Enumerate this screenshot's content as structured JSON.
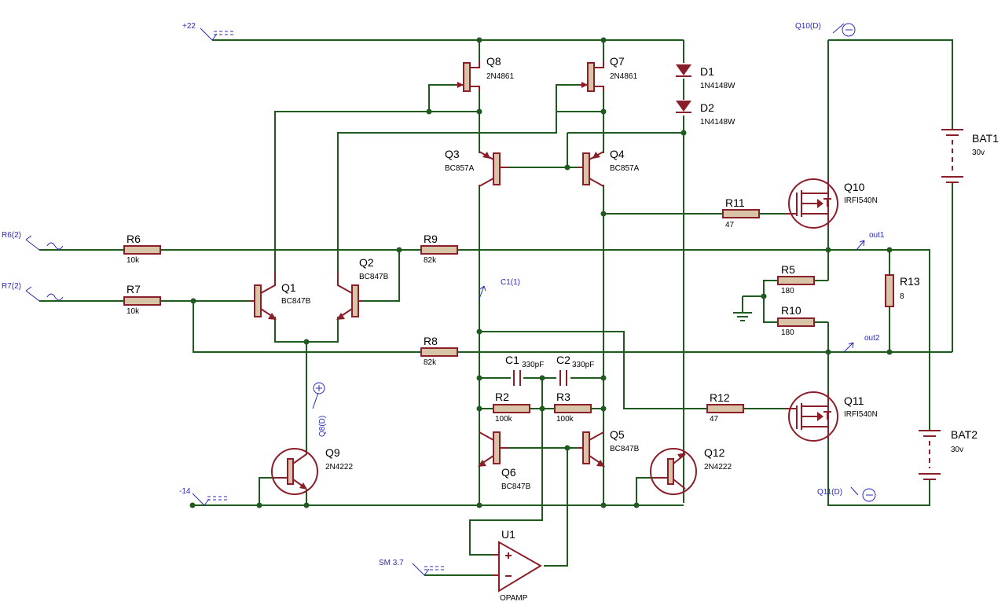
{
  "components": {
    "q8": {
      "ref": "Q8",
      "val": "2N4861"
    },
    "q7": {
      "ref": "Q7",
      "val": "2N4861"
    },
    "d1": {
      "ref": "D1",
      "val": "1N4148W"
    },
    "d2": {
      "ref": "D2",
      "val": "1N4148W"
    },
    "q3": {
      "ref": "Q3",
      "val": "BC857A"
    },
    "q4": {
      "ref": "Q4",
      "val": "BC857A"
    },
    "q1": {
      "ref": "Q1",
      "val": "BC847B"
    },
    "q2": {
      "ref": "Q2",
      "val": "BC847B"
    },
    "q5": {
      "ref": "Q5",
      "val": "BC847B"
    },
    "q6": {
      "ref": "Q6",
      "val": "BC847B"
    },
    "q9": {
      "ref": "Q9",
      "val": "2N4222"
    },
    "q12": {
      "ref": "Q12",
      "val": "2N4222"
    },
    "q10": {
      "ref": "Q10",
      "val": "IRFI540N"
    },
    "q11": {
      "ref": "Q11",
      "val": "IRFI540N"
    },
    "r6": {
      "ref": "R6",
      "val": "10k"
    },
    "r7": {
      "ref": "R7",
      "val": "10k"
    },
    "r9": {
      "ref": "R9",
      "val": "82k"
    },
    "r8": {
      "ref": "R8",
      "val": "82k"
    },
    "r11": {
      "ref": "R11",
      "val": "47"
    },
    "r12": {
      "ref": "R12",
      "val": "47"
    },
    "r5": {
      "ref": "R5",
      "val": "180"
    },
    "r10": {
      "ref": "R10",
      "val": "180"
    },
    "r13": {
      "ref": "R13",
      "val": "8"
    },
    "r2": {
      "ref": "R2",
      "val": "100k"
    },
    "r3": {
      "ref": "R3",
      "val": "100k"
    },
    "c1": {
      "ref": "C1",
      "val": "330pF"
    },
    "c2": {
      "ref": "C2",
      "val": "330pF"
    },
    "bat1": {
      "ref": "BAT1",
      "val": "30v"
    },
    "bat2": {
      "ref": "BAT2",
      "val": "30v"
    },
    "u1": {
      "ref": "U1",
      "val": "OPAMP"
    }
  },
  "nets": {
    "vpos": "+22",
    "vneg": "-14",
    "sm": "SM 3.7",
    "r6_src": "R6(2)",
    "r7_src": "R7(2)",
    "c1_probe": "C1(1)",
    "q8_probe": "Q8(D)",
    "q10_probe": "Q10(D)",
    "q11_probe": "Q11(D)",
    "out1": "out1",
    "out2": "out2"
  }
}
